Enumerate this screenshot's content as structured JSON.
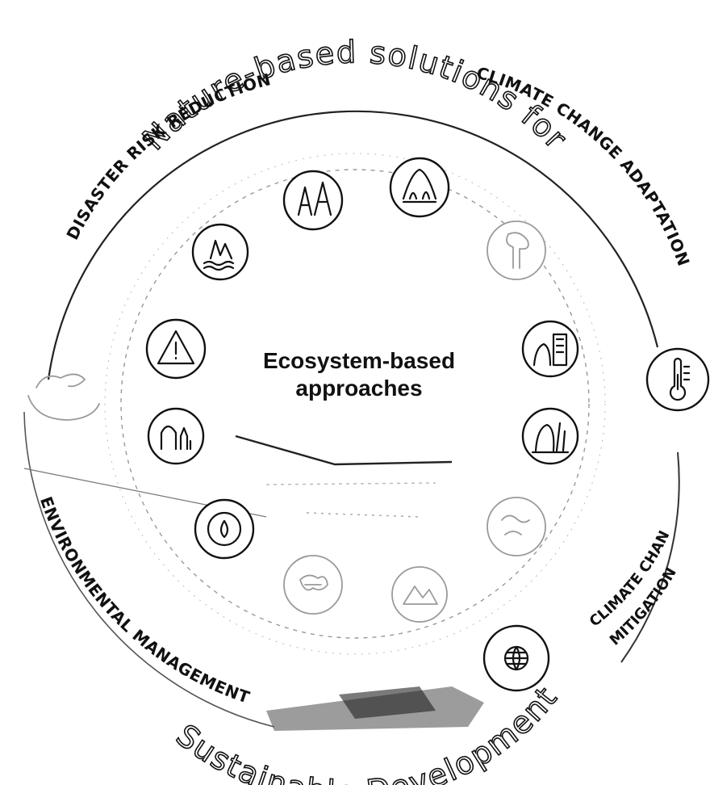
{
  "diagram": {
    "outer_top_title": "Nature-based solutions for",
    "outer_bottom_title": "Sustainable Development",
    "arc_labels": {
      "disaster": "DISASTER RISK REDUCTION",
      "climate_adaptation": "CLIMATE CHANGE ADAPTATION",
      "climate_mitigation_line1": "CLIMATE CHAN",
      "climate_mitigation_line2": "MITIGATION",
      "environmental": "ENVIRONMENTAL MANAGEMENT"
    },
    "center_line1": "Ecosystem-based",
    "center_line2": "approaches",
    "icons": [
      "forest-icon",
      "wetland-icon",
      "tree-icon",
      "urban-green-icon",
      "coastal-vegetation-icon",
      "ocean-icon",
      "mountain-icon",
      "drylands-icon",
      "water-cycle-icon",
      "agriculture-icon",
      "river-icon",
      "warning-icon"
    ],
    "outer_icons": [
      "thermometer-icon",
      "globe-icon",
      "hand-icon"
    ]
  }
}
